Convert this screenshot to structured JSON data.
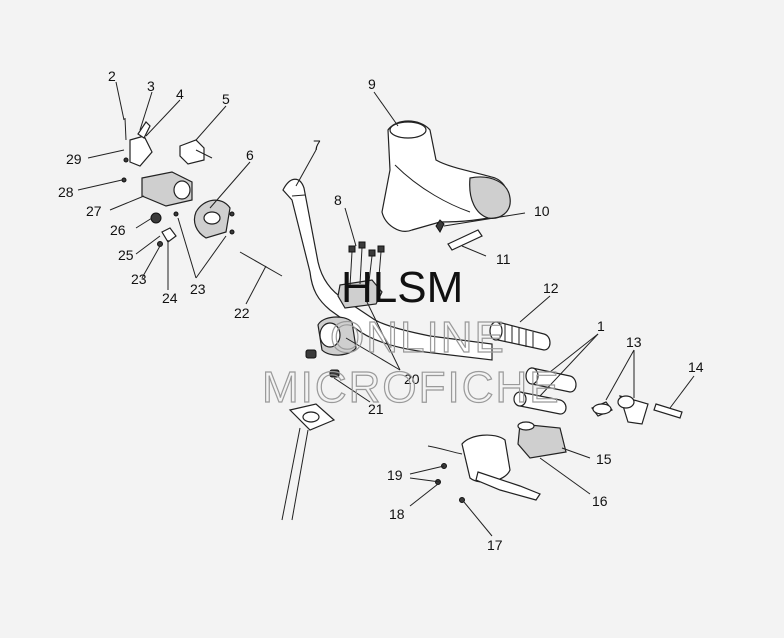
{
  "watermark": {
    "line1": "HLSM",
    "line2": "ONLINE",
    "line3": "MICROFICHE"
  },
  "callouts": [
    "1",
    "2",
    "3",
    "4",
    "5",
    "6",
    "7",
    "8",
    "9",
    "10",
    "11",
    "12",
    "13",
    "14",
    "15",
    "16",
    "17",
    "18",
    "19",
    "20",
    "21",
    "22",
    "23",
    "23",
    "24",
    "25",
    "26",
    "27",
    "28",
    "29"
  ],
  "colors": {
    "background": "#f3f3f3",
    "line": "#222222",
    "watermark_outline": "#9a9a9a"
  }
}
